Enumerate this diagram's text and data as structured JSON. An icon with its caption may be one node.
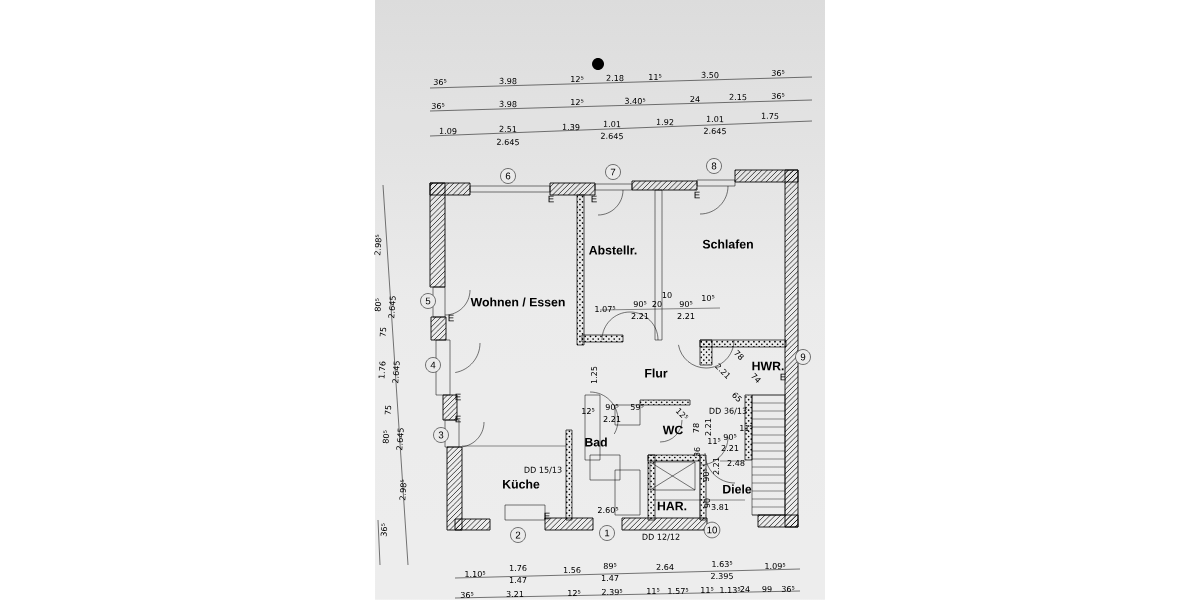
{
  "diagram": {
    "nodes": [
      {
        "text": [
          "6"
        ]
      },
      {
        "text": [
          "7"
        ]
      },
      {
        "text": [
          "8"
        ]
      },
      {
        "text": [
          "5"
        ]
      },
      {
        "text": [
          "4"
        ]
      },
      {
        "text": [
          "3"
        ]
      },
      {
        "text": [
          "9"
        ]
      },
      {
        "text": [
          "2"
        ]
      },
      {
        "text": [
          "1"
        ]
      },
      {
        "text": [
          "10"
        ]
      }
    ],
    "labels": [
      "36⁵",
      "3.98",
      "12⁵",
      "2.18",
      "11⁵",
      "3.50",
      "36⁵",
      "36⁵",
      "3.98",
      "12⁵",
      "3.40⁵",
      "24",
      "2.15",
      "36⁵",
      "1.09",
      "2.51",
      "2.645",
      "1.39",
      "1.01",
      "2.645",
      "1.92",
      "1.01",
      "2.645",
      "1.75",
      "E",
      "E",
      "E",
      "2.98⁵",
      "80⁵",
      "2.645",
      "75",
      "1.76",
      "2.645",
      "75",
      "80⁵",
      "2.645",
      "2.98⁵",
      "36⁵",
      "Abstellr.",
      "Schlafen",
      "Wohnen / Essen",
      "1.07⁵",
      "90⁵",
      "2.21",
      "20",
      "10",
      "90⁵",
      "2.21",
      "10⁵",
      "E",
      "E",
      "E",
      "E",
      "1.25",
      "Flur",
      "HWR.",
      "78",
      "2.21",
      "74",
      "65",
      "12⁵",
      "90⁵",
      "2.21",
      "59⁵",
      "12⁵",
      "78",
      "2.21",
      "DD 36/13",
      "11⁵",
      "90⁵",
      "2.21",
      "11⁵",
      "36",
      "Bad",
      "WC",
      "DD 15/13",
      "2.48",
      "90⁵",
      "2.21",
      "Küche",
      "Diele",
      "HAR.",
      "90",
      "3.81",
      "2.60⁵",
      "E",
      "DD 12/12",
      "1.10⁵",
      "1.76",
      "1.47",
      "1.56",
      "89⁵",
      "1.47",
      "2.64",
      "1.63⁵",
      "2.395",
      "1.09⁵",
      "36⁵",
      "3.21",
      "12⁵",
      "2.39⁵",
      "11⁵",
      "1.57⁵",
      "11⁵",
      "1.13⁵",
      "24",
      "99",
      "36⁵"
    ]
  }
}
